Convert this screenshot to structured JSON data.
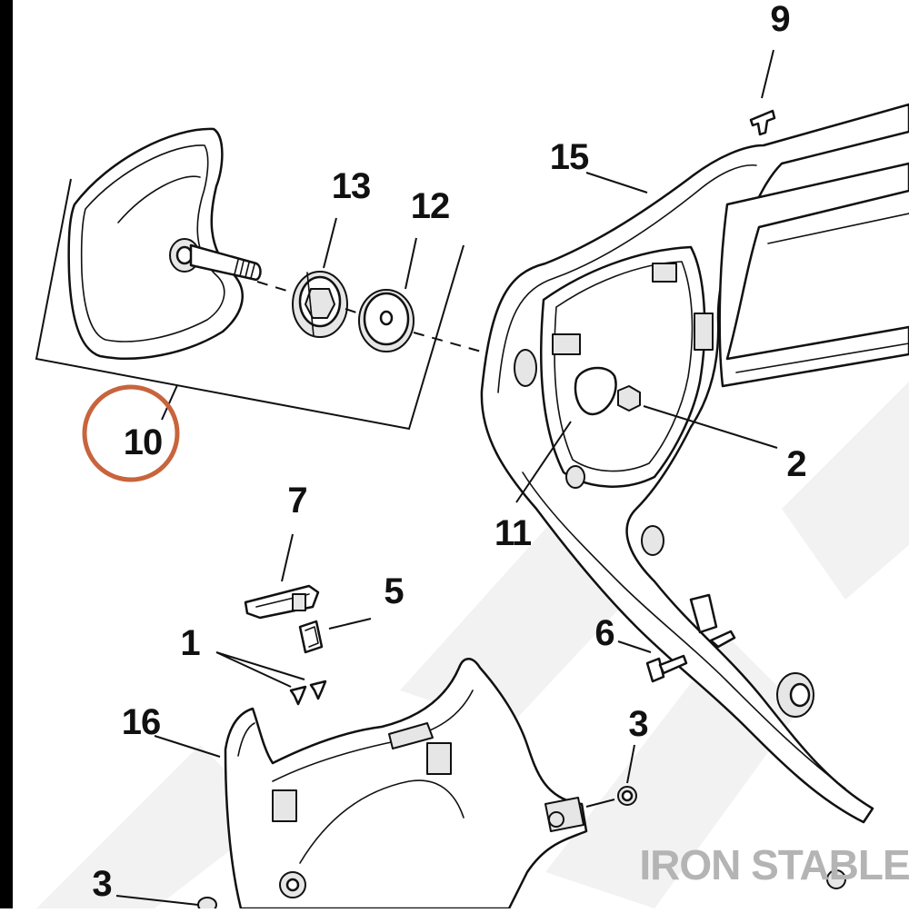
{
  "diagram": {
    "callouts": [
      {
        "id": "c9",
        "label": "9"
      },
      {
        "id": "c15",
        "label": "15"
      },
      {
        "id": "c13",
        "label": "13"
      },
      {
        "id": "c12",
        "label": "12"
      },
      {
        "id": "c10",
        "label": "10",
        "highlighted": true
      },
      {
        "id": "c2",
        "label": "2"
      },
      {
        "id": "c11",
        "label": "11"
      },
      {
        "id": "c7",
        "label": "7"
      },
      {
        "id": "c5",
        "label": "5"
      },
      {
        "id": "c1",
        "label": "1"
      },
      {
        "id": "c6",
        "label": "6"
      },
      {
        "id": "c16",
        "label": "16"
      },
      {
        "id": "c3a",
        "label": "3"
      },
      {
        "id": "c3b",
        "label": "3"
      }
    ],
    "highlight_color": "#c8643c",
    "line_color": "#111111",
    "border_color": "#000000"
  },
  "watermark": {
    "text": "IRON STABLE",
    "color": "#b4b4b4"
  }
}
